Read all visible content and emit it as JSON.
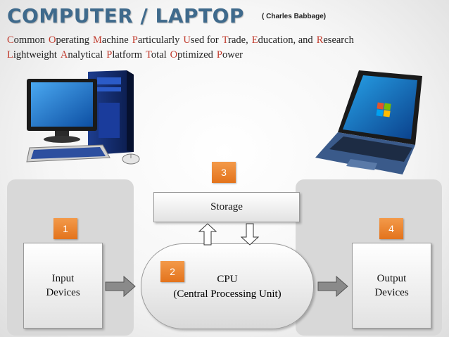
{
  "header": {
    "title": "COMPUTER / LAPTOP",
    "subtitle": "( Charles Babbage)",
    "acronym_line1": [
      {
        "first": "C",
        "rest": "ommon"
      },
      {
        "first": "O",
        "rest": "perating"
      },
      {
        "first": "M",
        "rest": "achine"
      },
      {
        "first": "P",
        "rest": "articularly"
      },
      {
        "first": "U",
        "rest": "sed for"
      },
      {
        "first": "T",
        "rest": "rade,"
      },
      {
        "first": "E",
        "rest": "ducation, and"
      },
      {
        "first": "R",
        "rest": "esearch"
      }
    ],
    "acronym_line2": [
      {
        "first": "L",
        "rest": "ightweight"
      },
      {
        "first": "A",
        "rest": "nalytical"
      },
      {
        "first": "P",
        "rest": "latform"
      },
      {
        "first": "T",
        "rest": "otal"
      },
      {
        "first": "O",
        "rest": "ptimized"
      },
      {
        "first": "P",
        "rest": "ower"
      }
    ],
    "accent_color": "#c0392b",
    "title_color": "#3f6a8c"
  },
  "diagram": {
    "storage": {
      "label": "Storage",
      "number": "3"
    },
    "input": {
      "label_line1": "Input",
      "label_line2": "Devices",
      "number": "1"
    },
    "cpu": {
      "label": "CPU",
      "sublabel": "(Central Processing Unit)",
      "number": "2"
    },
    "output": {
      "label_line1": "Output",
      "label_line2": "Devices",
      "number": "4"
    },
    "number_color": "#e87a24"
  },
  "images": {
    "desktop": "desktop-computer-illustration",
    "laptop": "laptop-illustration"
  }
}
